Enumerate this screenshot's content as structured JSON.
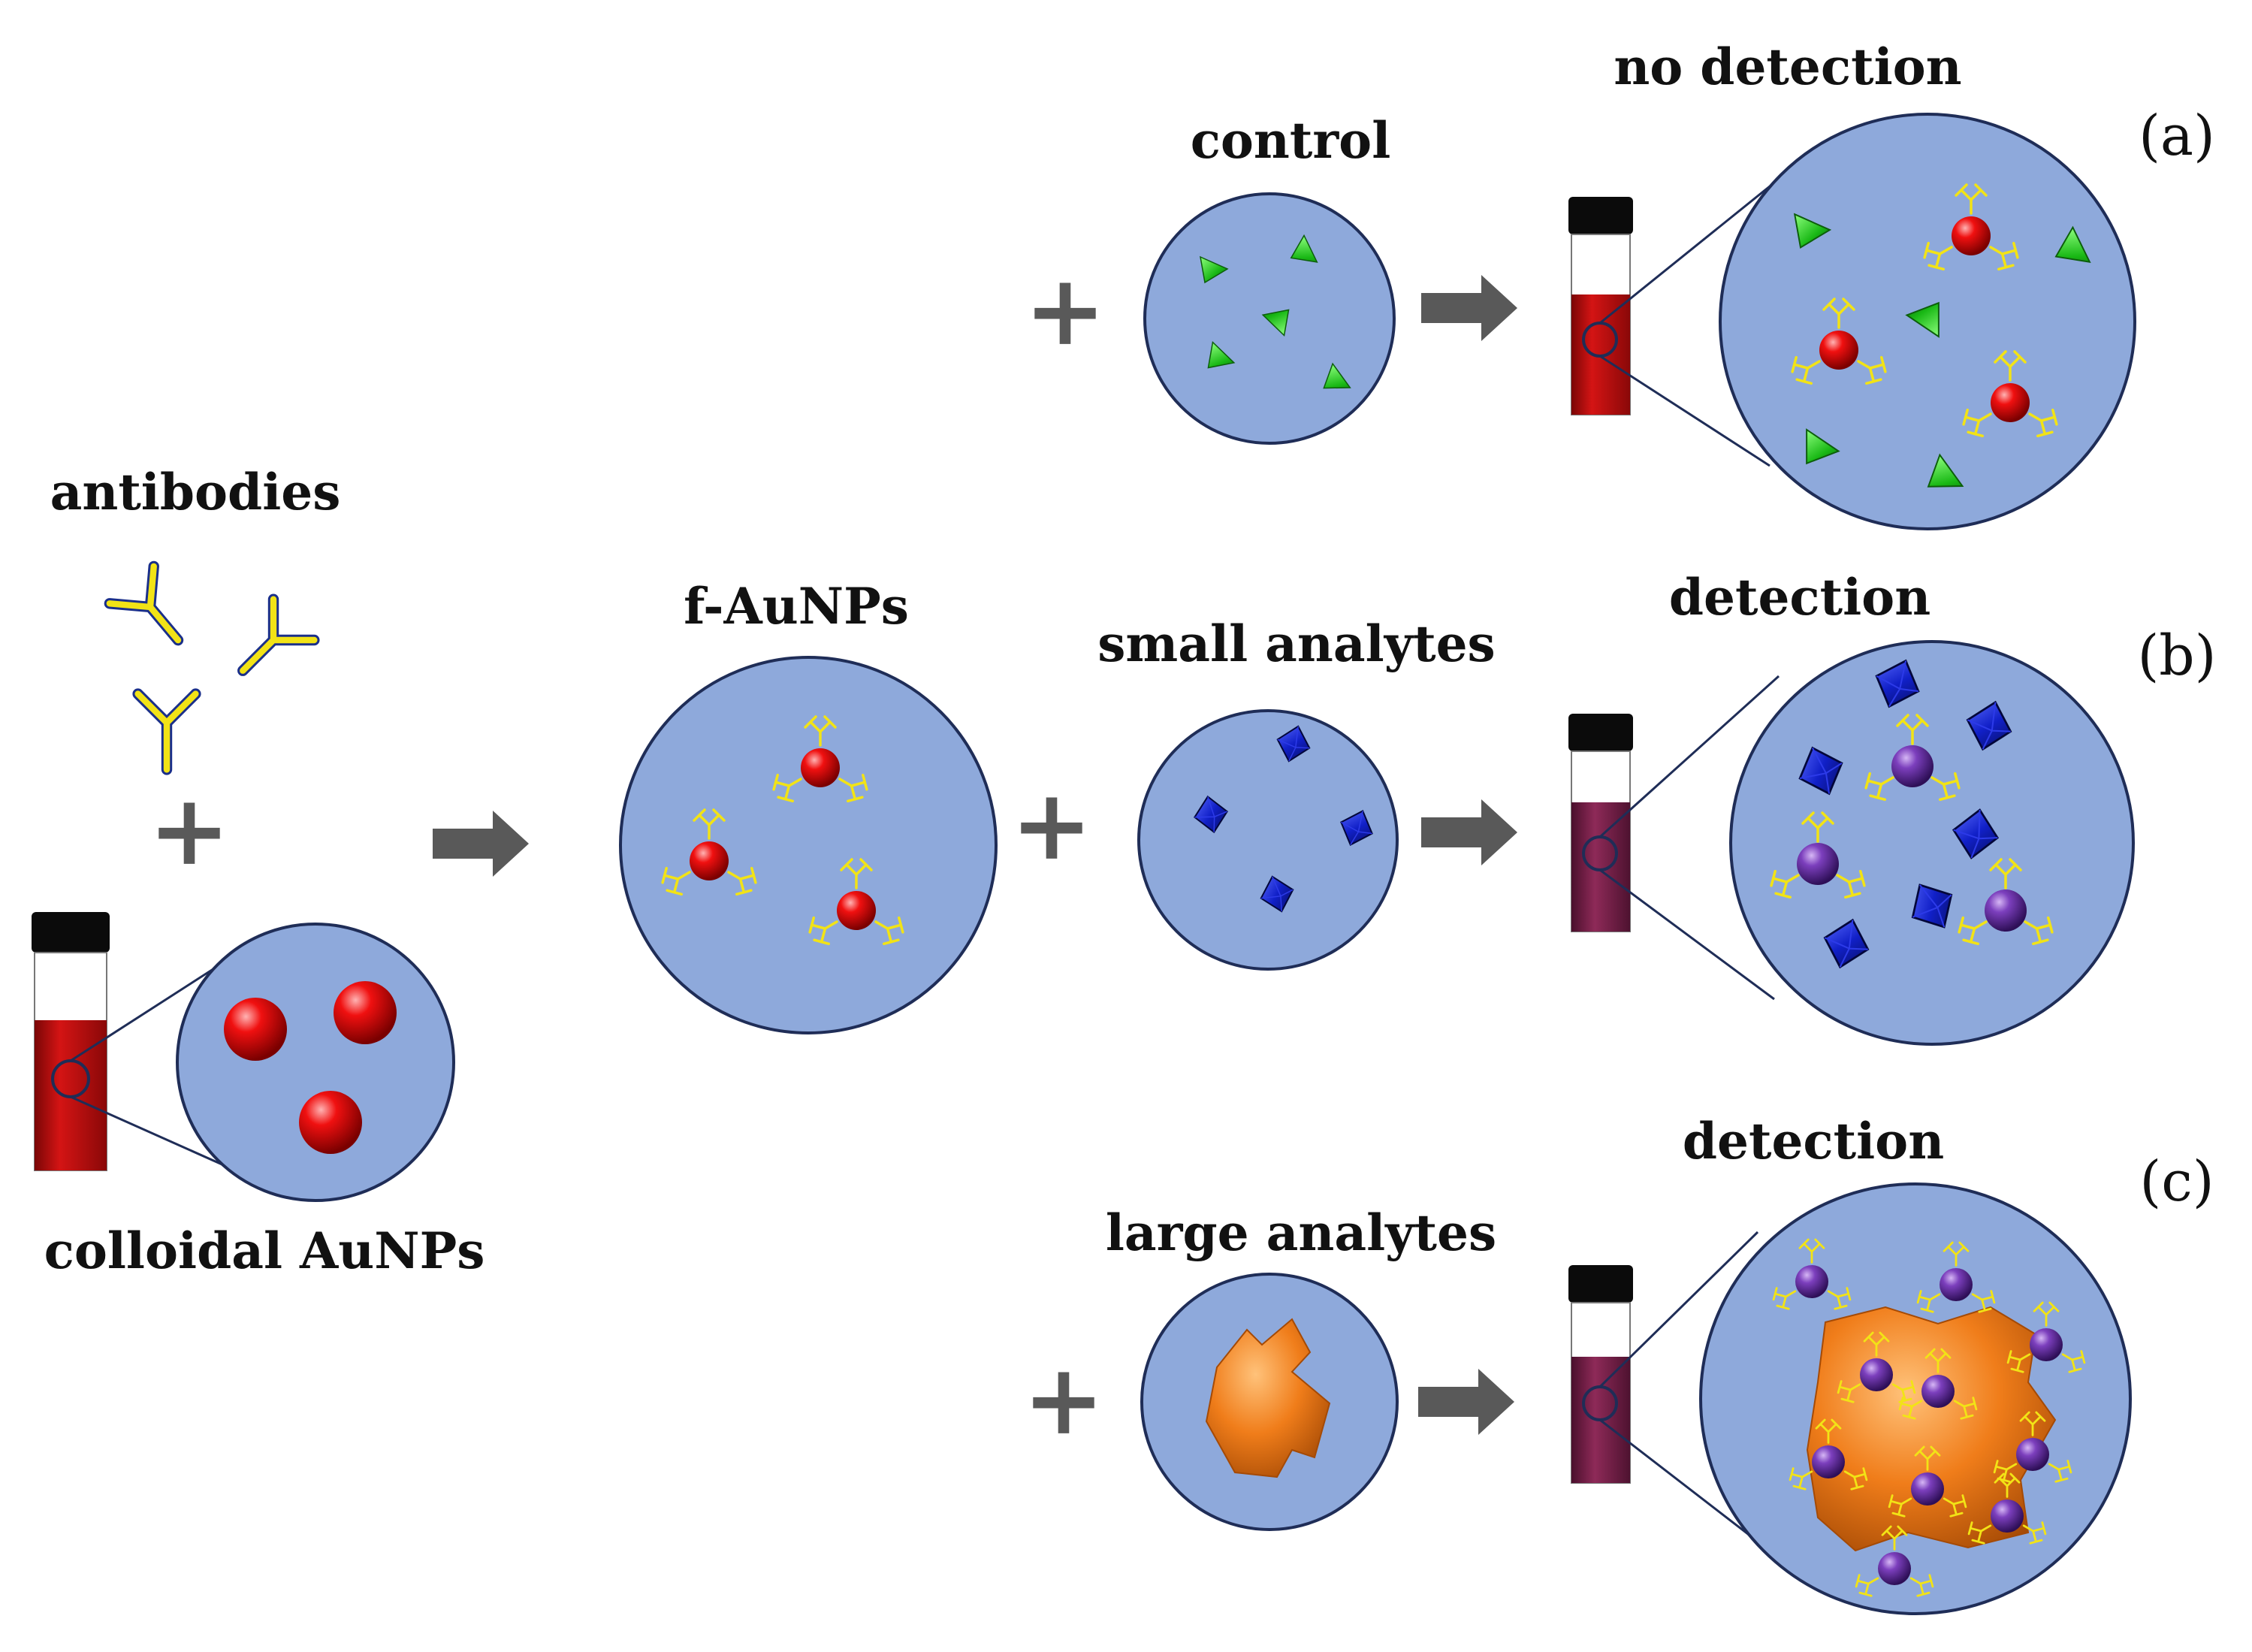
{
  "labels": {
    "antibodies": "antibodies",
    "colloidal": "colloidal AuNPs",
    "f_aunps": "f-AuNPs",
    "control": "control",
    "no_detection": "no detection",
    "small": "small analytes",
    "detection_b": "detection",
    "large": "large analytes",
    "detection_c": "detection"
  },
  "panels": {
    "a": "(a)",
    "b": "(b)",
    "c": "(c)"
  },
  "symbols": {
    "plus": "+"
  },
  "icons": [
    "antibody-icon",
    "vial-icon",
    "gold-nanoparticle-icon",
    "green-triangle-analyte-icon",
    "blue-diamond-analyte-icon",
    "orange-blob-analyte-icon",
    "arrow-right-icon",
    "plus-icon"
  ],
  "colors": {
    "circle_fill": "#8ea9db",
    "circle_stroke": "#1f2d57",
    "gold_np": "#e00000",
    "aggregated_np": "#6a35a3",
    "antibody": "#f2e316",
    "antibody_tip": "#1a2f8a",
    "control_analyte": "#22c021",
    "small_analyte": "#1322c8",
    "large_analyte": "#f07d1a",
    "arrow": "#595959",
    "red_solution": "#c80e0e",
    "purple_solution": "#7d1f4a"
  }
}
